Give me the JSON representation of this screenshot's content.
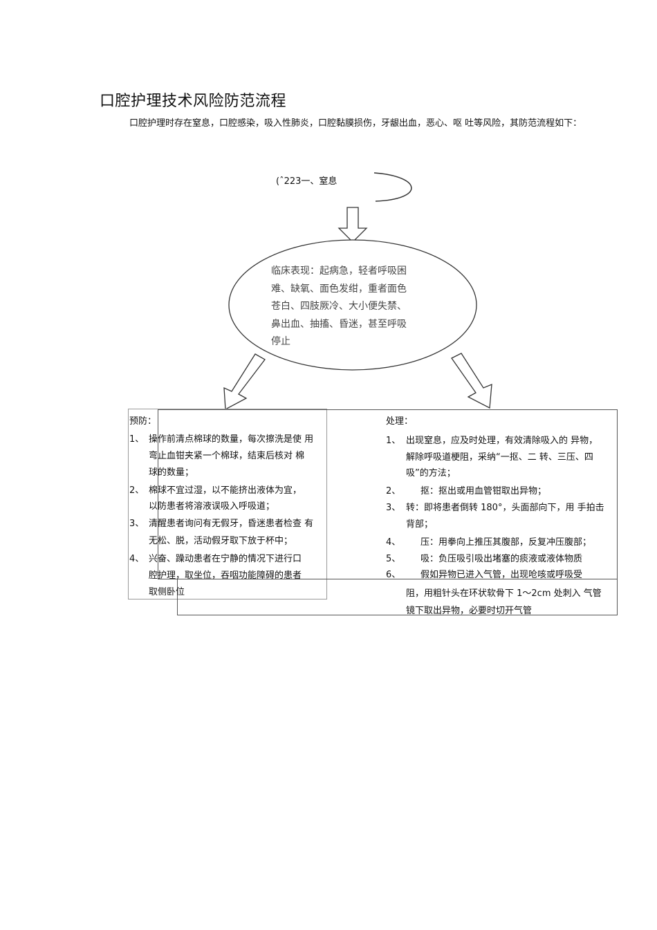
{
  "title": "口腔护理技术风险防范流程",
  "intro": "口腔护理时存在窒息，口腔感染，吸入性肺炎，口腔黏膜损伤，牙龈出血，恶心、呕 吐等风险，其防范流程如下：",
  "start_label": "(ˆ223一、窒息",
  "clinical_lines": [
    "临床表现：起病急，轻者呼吸困",
    "难、缺氧、面色发绀，重者面色",
    "苍白、四肢厥冷、大小便失禁、",
    "鼻出血、抽搐、昏迷，甚至呼吸",
    "停止"
  ],
  "prevention": {
    "heading": "预防：",
    "items": [
      {
        "num": "1、",
        "lines": [
          "操作前清点棉球的数量，每次擦洗是使 用",
          "弯止血钳夹紧一个棉球，结束后核对 棉",
          "球的数量；"
        ]
      },
      {
        "num": "2、",
        "lines": [
          "棉球不宜过湿，以不能挤出液体为宜，",
          "以防患者将溶液误吸入呼吸道；"
        ]
      },
      {
        "num": "3、",
        "lines": [
          "清醒患者询问有无假牙，昏迷患者检查 有",
          "无松、脱，活动假牙取下放于杯中；"
        ]
      },
      {
        "num": "4、",
        "lines": [
          "兴奋、躁动患者在宁静的情况下进行口",
          "腔护理，取坐位，吞咽功能障碍的患者",
          "取侧卧位"
        ]
      }
    ]
  },
  "treatment": {
    "heading": "处理：",
    "items": [
      {
        "num": "1、",
        "lines": [
          "出现窒息，应及时处理，有效清除吸入的 异物，",
          "解除呼吸道梗阻，采纳“一抠、二 转、三压、四",
          "吸”的方法；"
        ]
      },
      {
        "num": "2、",
        "lines": [
          "抠：抠出或用血管钳取出异物；"
        ]
      },
      {
        "num": "3、",
        "lines": [
          "转：即将患者倒转 180°，头面部向下，用 手拍击",
          "背部；"
        ]
      },
      {
        "num": "4、",
        "lines": [
          "压：用拳向上推压其腹部，反复冲压腹部；"
        ]
      },
      {
        "num": "5、",
        "lines": [
          "吸：负压吸引吸出堵塞的痰液或液体物质"
        ]
      },
      {
        "num": "6、",
        "lines": [
          "假如异物已进入气管，出现呛咳或呼吸受",
          "阻，用粗针头在环状软骨下 1〜2cm 处刺入 气管",
          "镜下取出异物，必要时切开气管"
        ]
      }
    ]
  }
}
